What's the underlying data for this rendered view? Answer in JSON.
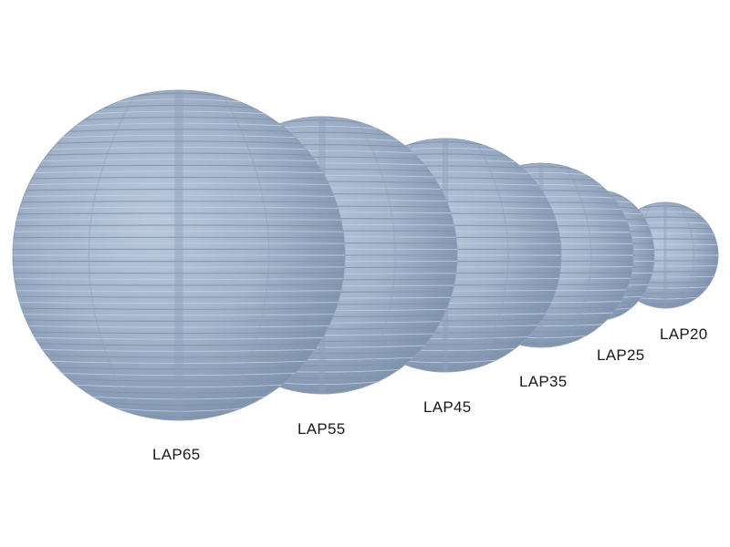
{
  "product_color": "#9eb0c8",
  "lanterns": [
    {
      "label": "LAP65"
    },
    {
      "label": "LAP55"
    },
    {
      "label": "LAP45"
    },
    {
      "label": "LAP35"
    },
    {
      "label": "LAP25"
    },
    {
      "label": "LAP20"
    }
  ]
}
